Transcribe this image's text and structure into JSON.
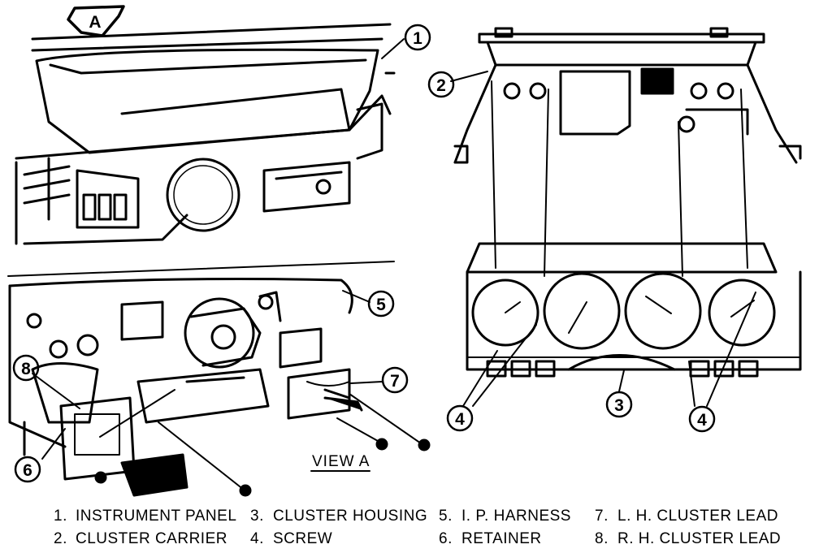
{
  "arrow_label": "A",
  "view_label": "VIEW A",
  "callouts": {
    "c1": "1",
    "c2": "2",
    "c3": "3",
    "c4a": "4",
    "c4b": "4",
    "c5": "5",
    "c6": "6",
    "c7": "7",
    "c8": "8"
  },
  "legend": [
    {
      "num": "1.",
      "text": "INSTRUMENT PANEL"
    },
    {
      "num": "2.",
      "text": "CLUSTER CARRIER"
    },
    {
      "num": "3.",
      "text": "CLUSTER HOUSING"
    },
    {
      "num": "4.",
      "text": "SCREW"
    },
    {
      "num": "5.",
      "text": "I. P. HARNESS"
    },
    {
      "num": "6.",
      "text": "RETAINER"
    },
    {
      "num": "7.",
      "text": "L. H. CLUSTER LEAD"
    },
    {
      "num": "8.",
      "text": "R. H. CLUSTER LEAD"
    }
  ]
}
